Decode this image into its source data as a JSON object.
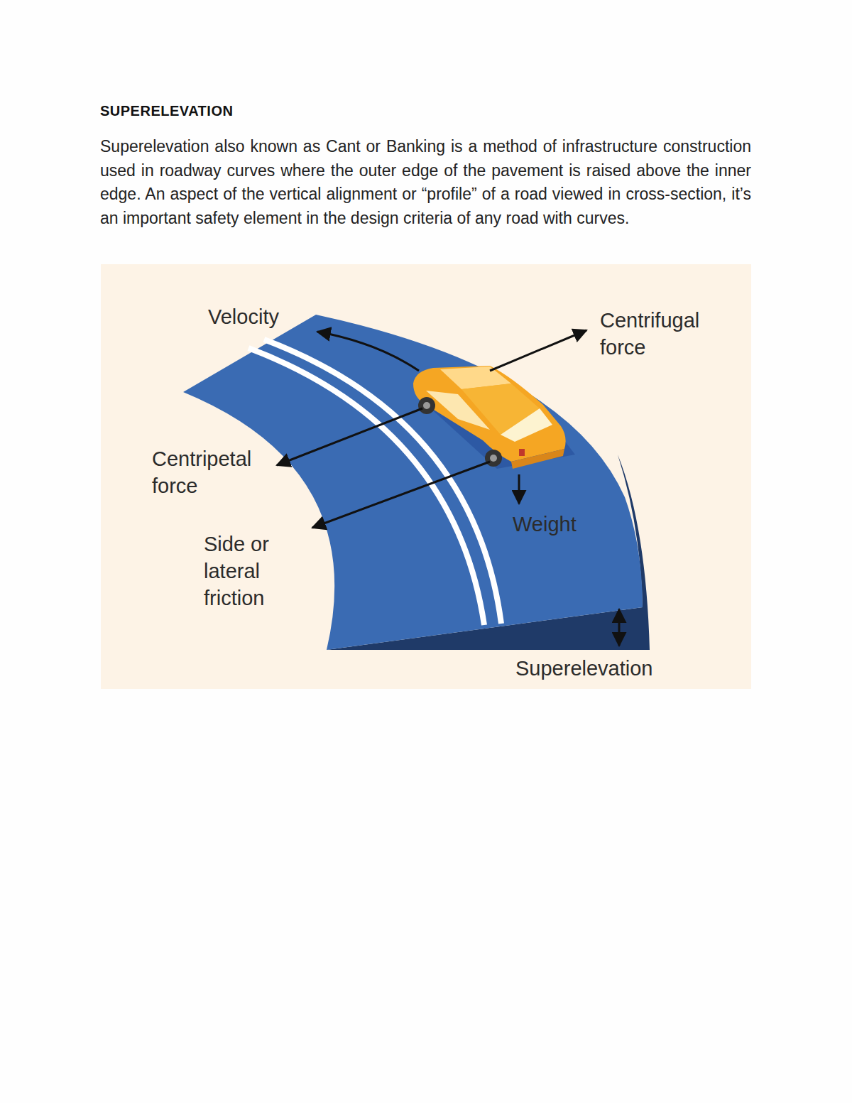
{
  "diagram": {
    "title": "SUPERELEVATION",
    "labels": [
      "Superelevation also known as Cant or Banking is a method of infrastructure construction used in roadway curves where the outer edge of the pavement is raised above the inner edge. An aspect of the vertical alignment or “profile” of a road viewed in cross-section, it’s an important safety element in the design criteria of any road with curves.",
      "Velocity",
      "Centrifugal force",
      "Centripetal force",
      "Weight",
      "Side or lateral friction",
      "Superelevation"
    ]
  }
}
